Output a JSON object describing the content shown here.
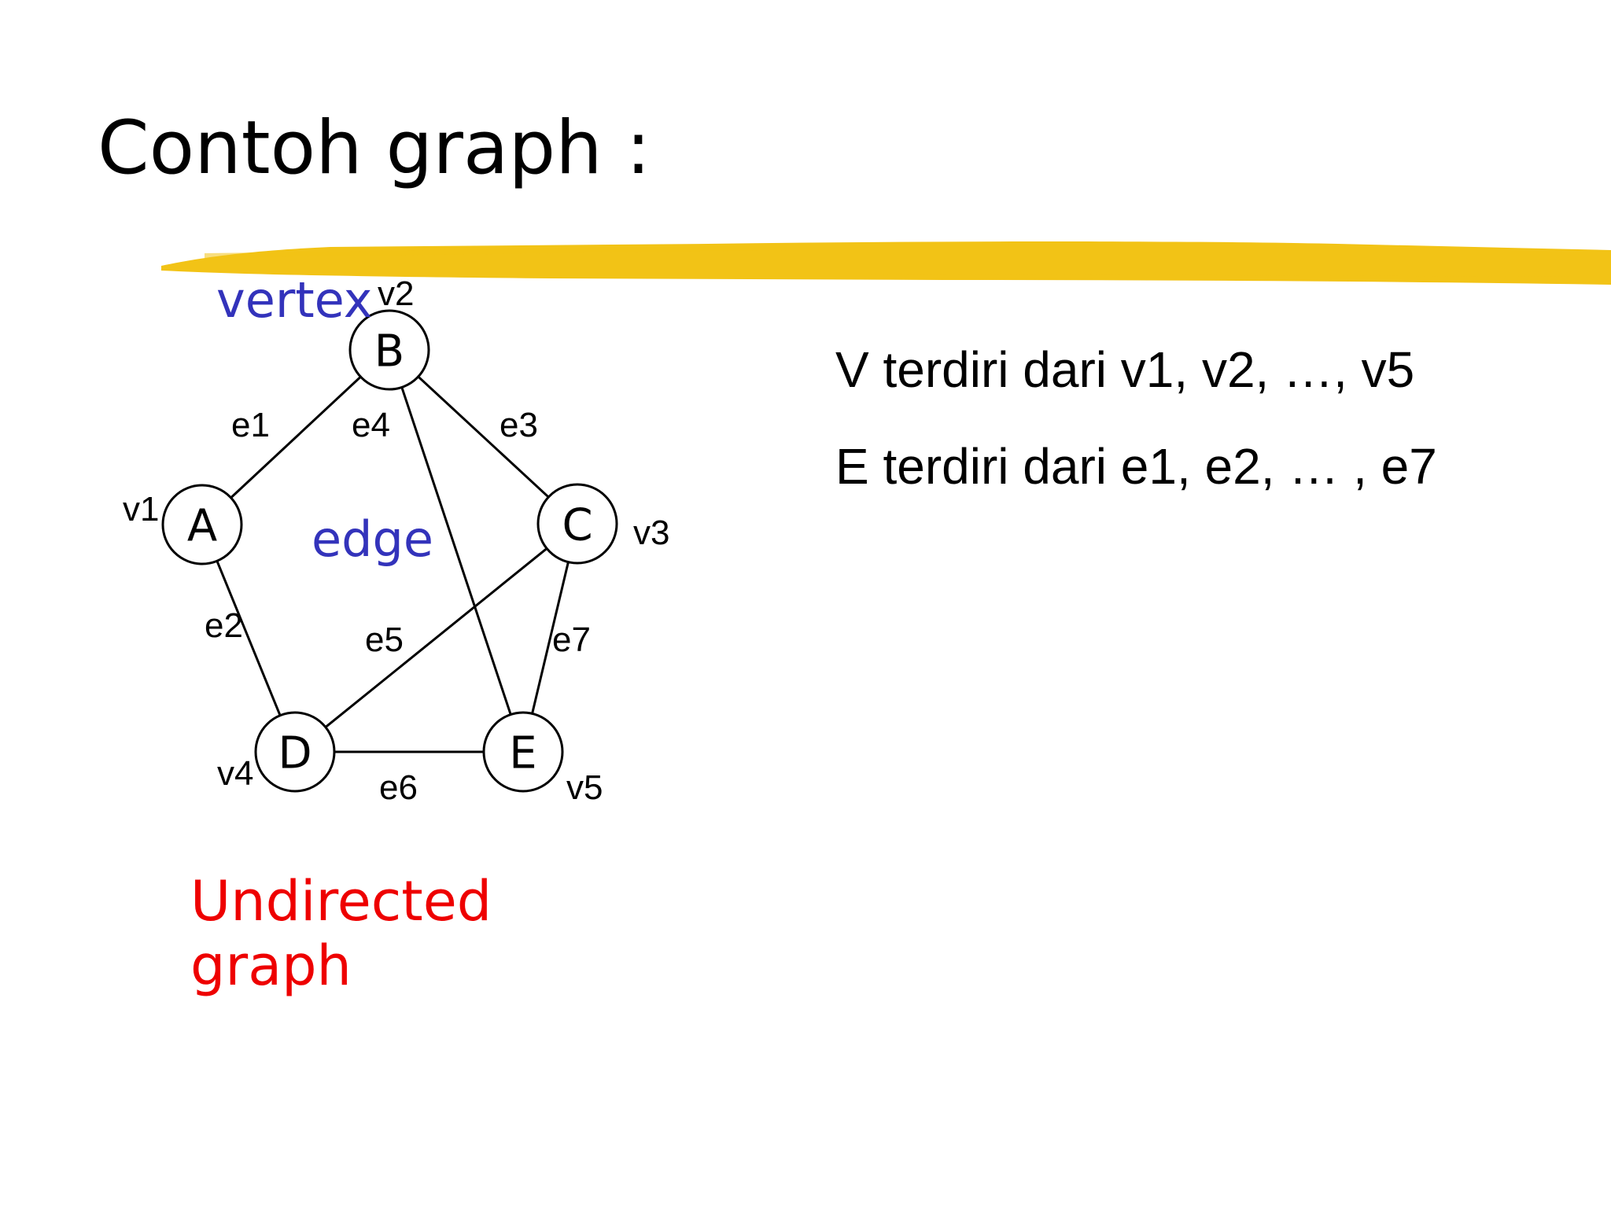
{
  "title": "Contoh graph :",
  "colors": {
    "highlight_bar": "#f2c316",
    "annotation_blue": "#3333bb",
    "annotation_red": "#ee0000",
    "ink": "#000000"
  },
  "diagram": {
    "nodes": [
      {
        "id": "A",
        "letter": "A",
        "label": "v1"
      },
      {
        "id": "B",
        "letter": "B",
        "label": "v2"
      },
      {
        "id": "C",
        "letter": "C",
        "label": "v3"
      },
      {
        "id": "D",
        "letter": "D",
        "label": "v4"
      },
      {
        "id": "E",
        "letter": "E",
        "label": "v5"
      }
    ],
    "edges": [
      {
        "id": "e1",
        "label": "e1",
        "from": "A",
        "to": "B"
      },
      {
        "id": "e2",
        "label": "e2",
        "from": "A",
        "to": "D"
      },
      {
        "id": "e3",
        "label": "e3",
        "from": "B",
        "to": "C"
      },
      {
        "id": "e4",
        "label": "e4",
        "from": "B",
        "to": "E"
      },
      {
        "id": "e5",
        "label": "e5",
        "from": "C",
        "to": "D"
      },
      {
        "id": "e6",
        "label": "e6",
        "from": "D",
        "to": "E"
      },
      {
        "id": "e7",
        "label": "e7",
        "from": "C",
        "to": "E"
      }
    ],
    "annotations": {
      "vertex": "vertex",
      "edge": "edge",
      "graph_type_line1": "Undirected",
      "graph_type_line2": "graph"
    }
  },
  "sets": {
    "vertices_line": "V terdiri dari v1, v2, …, v5",
    "edges_line": "E terdiri dari e1, e2, … , e7"
  }
}
